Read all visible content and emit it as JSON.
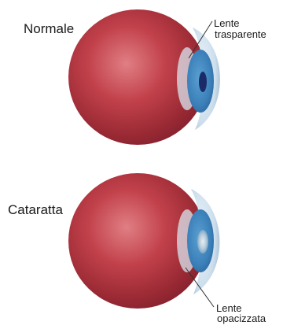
{
  "labels": {
    "normal": "Normale",
    "cataract": "Cataratta",
    "clear_lens_line1": "Lente",
    "clear_lens_line2": "trasparente",
    "opaque_lens_line1": "Lente",
    "opaque_lens_line2": "opacizzata"
  },
  "colors": {
    "eyeball": "#b8333f",
    "eyeball_dark": "#7a1e28",
    "eyeball_light": "#df7a7f",
    "cornea": "#c7dbe8",
    "iris": "#3f86bd",
    "pupil": "#1a2c6b",
    "cloudy_pupil": "#a7c2d6",
    "leader_line": "#333333"
  },
  "icons": {
    "normal_eye": "eyeball-icon",
    "cataract_eye": "cloudy-eyeball-icon"
  }
}
